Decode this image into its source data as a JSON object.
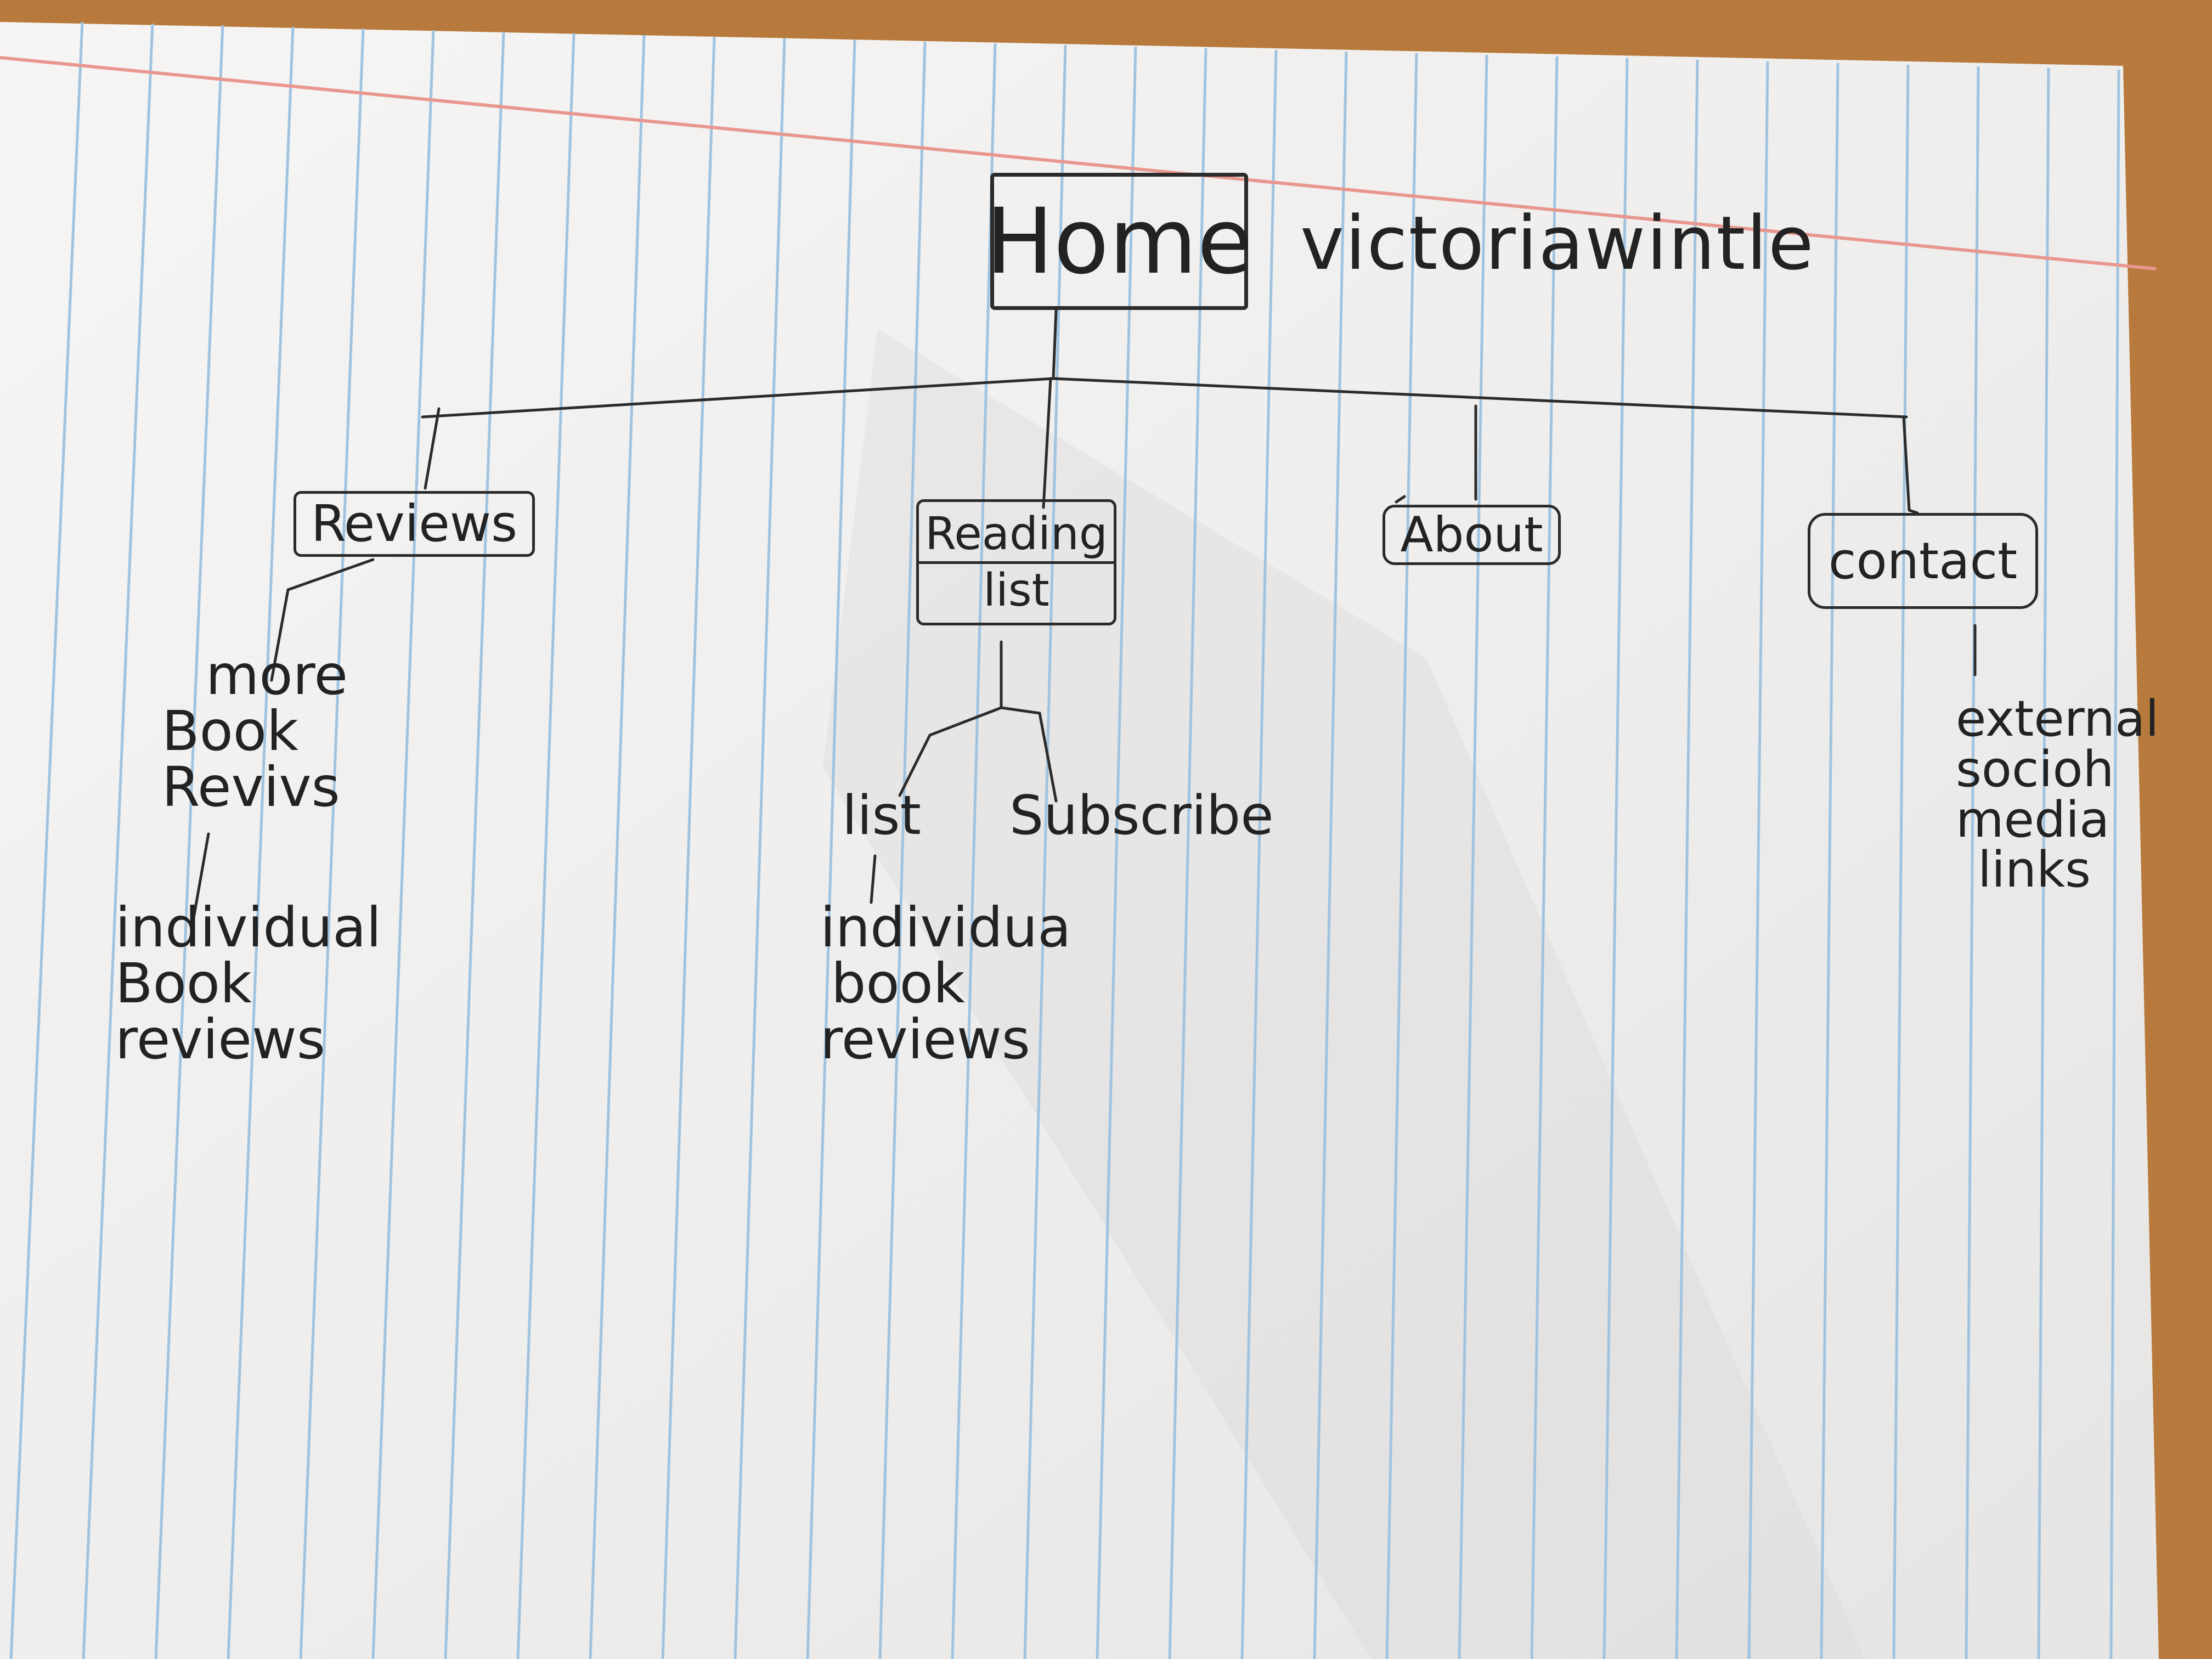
{
  "sitemap": {
    "home": "Home",
    "site_name": "victoriawintle",
    "reviews": "Reviews",
    "reviews_children": [
      "more",
      "Book",
      "Revivs"
    ],
    "reviews_grandchildren": [
      "individual",
      "Book",
      "reviews"
    ],
    "reading_list": [
      "Reading",
      "list"
    ],
    "reading_children": {
      "list": "list",
      "subscribe": "Subscribe",
      "list_children": [
        "individua",
        "book",
        "reviews"
      ]
    },
    "about": "About",
    "contact": "contact",
    "contact_children": [
      "external",
      "socioh",
      "media",
      "links"
    ]
  },
  "colors": {
    "ink": "#2b2b2b",
    "paper": "#f4f3f1",
    "rule_blue": "#9fc3e0",
    "margin_red": "#e8968e",
    "desk": "#b87a3c"
  }
}
